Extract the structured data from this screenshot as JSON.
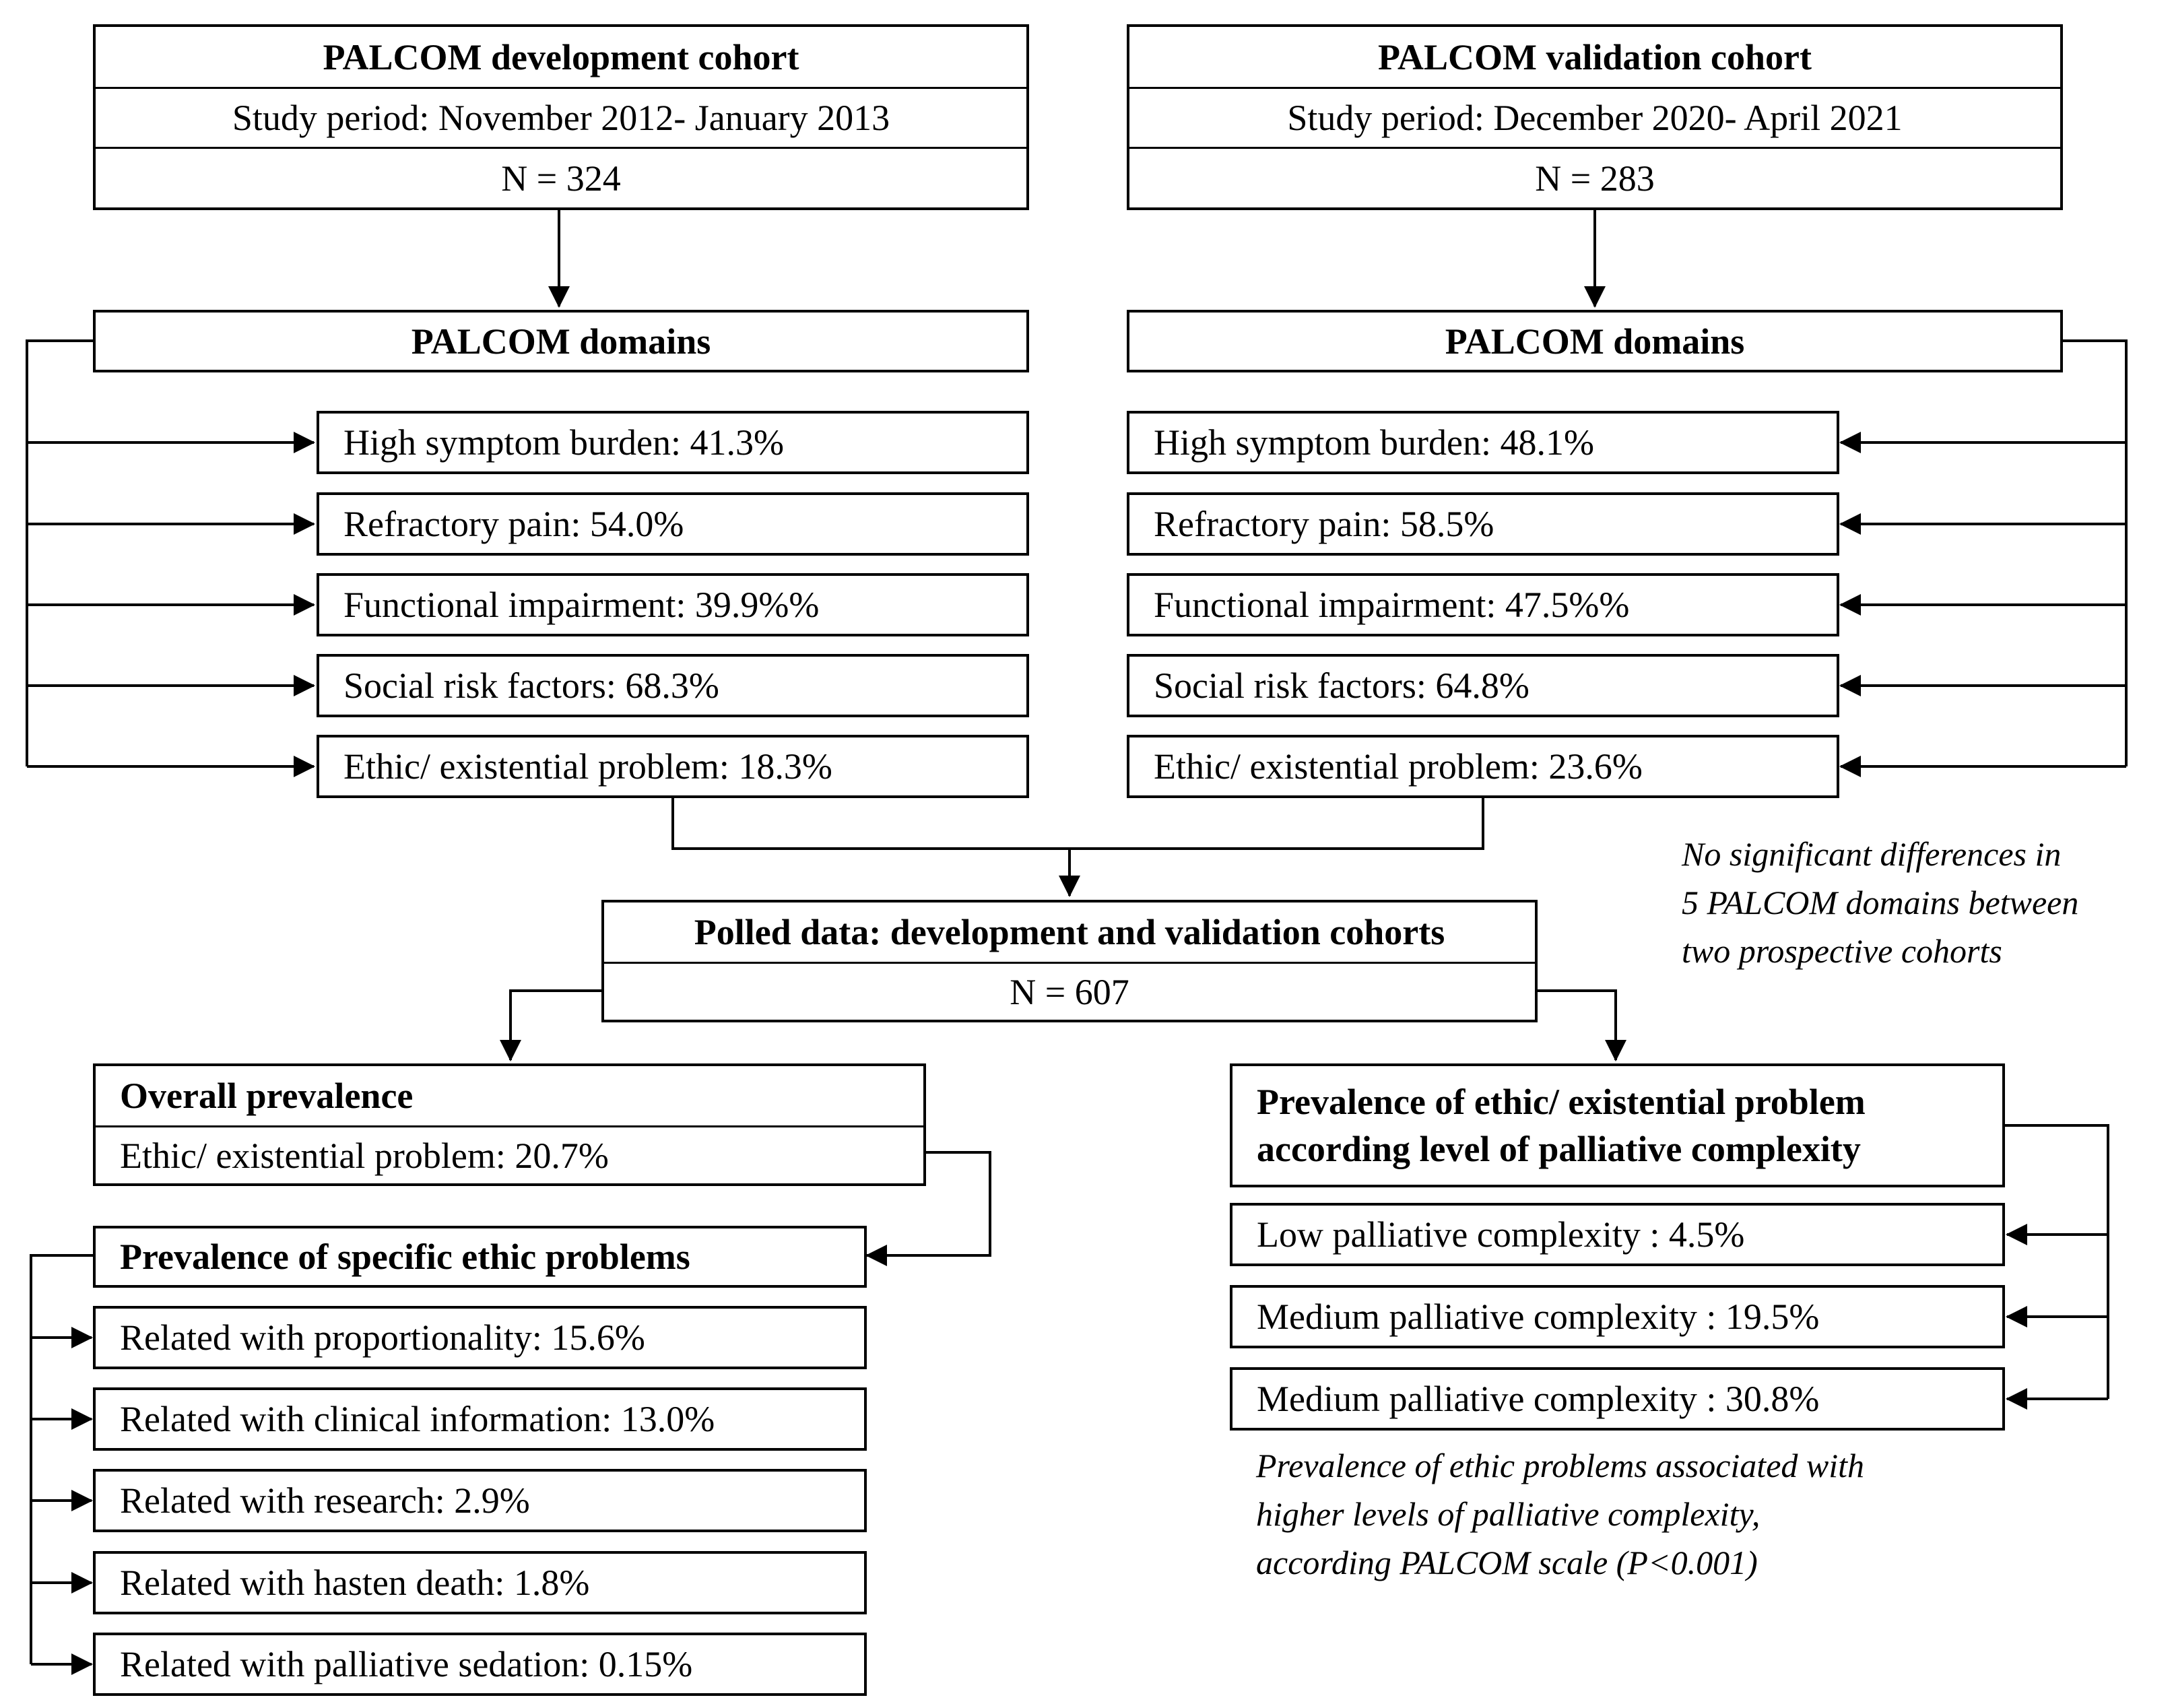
{
  "development": {
    "title": "PALCOM development cohort",
    "period": "Study period: November 2012- January 2013",
    "n": "N = 324",
    "domains_title": "PALCOM domains",
    "domains": [
      "High symptom burden: 41.3%",
      "Refractory pain: 54.0%",
      "Functional impairment: 39.9%%",
      "Social risk factors: 68.3%",
      "Ethic/ existential problem: 18.3%"
    ]
  },
  "validation": {
    "title": "PALCOM validation cohort",
    "period": "Study period: December 2020- April 2021",
    "n": "N = 283",
    "domains_title": "PALCOM domains",
    "domains": [
      "High symptom burden: 48.1%",
      "Refractory pain: 58.5%",
      "Functional impairment: 47.5%%",
      "Social risk factors: 64.8%",
      "Ethic/ existential problem: 23.6%"
    ]
  },
  "no_difference_note": [
    "No significant differences  in",
    "5 PALCOM domains between",
    "two prospective  cohorts"
  ],
  "pooled": {
    "title": "Polled data: development and validation cohorts",
    "n": "N = 607"
  },
  "overall": {
    "title": "Overall prevalence",
    "value": "Ethic/ existential problem: 20.7%"
  },
  "specific": {
    "title": "Prevalence of specific ethic problems",
    "items": [
      "Related with proportionality: 15.6%",
      "Related with clinical information: 13.0%",
      "Related with research: 2.9%",
      "Related with hasten death: 1.8%",
      "Related with palliative sedation: 0.15%"
    ]
  },
  "complexity": {
    "title_lines": [
      "Prevalence of ethic/ existential problem",
      "according level of palliative complexity"
    ],
    "items": [
      "Low palliative complexity : 4.5%",
      "Medium palliative complexity : 19.5%",
      "Medium palliative complexity : 30.8%"
    ],
    "note_lines": [
      "Prevalence of ethic problems associated with",
      "higher levels  of palliative complexity,",
      "according PALCOM scale  (P<0.001)"
    ]
  }
}
